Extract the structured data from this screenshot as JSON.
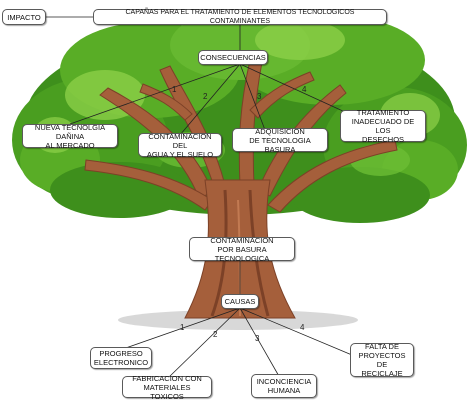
{
  "colors": {
    "foliage_dark": "#3e8f1c",
    "foliage_mid": "#59ad26",
    "foliage_light": "#8fd24a",
    "trunk": "#a55f3b",
    "trunk_dark": "#7c4127",
    "ground_shadow": "#d8d8d8",
    "node_border": "#5a5a5a",
    "connector": "#222222"
  },
  "nodes": {
    "impacto": "IMPACTO",
    "title": "CAPAÑAS PARA EL TRATAMIENTO DE ELEMENTOS TECNOLOGICOS CONTAMINANTES",
    "consecuencias": "CONSECUENCIAS",
    "nueva_tecnologia": "NUEVA TECNOLGIA DAÑINA\nAL MERCADO",
    "contaminacion_agua": "CONTAMINACION DEL\nAGUA Y EL SUELO",
    "adquisicion": "ADQUISICION\nDE TECNOLOGIA BASURA",
    "tratamiento": "TRATAMIENTO\nINADECUADO DE LOS\nDESECHOS",
    "contaminacion_basura": "CONTAMINACION\nPOR BASURA TECNOLOGICA",
    "causas": "CAUSAS",
    "progreso": "PROGRESO\nELECTRONICO",
    "fabricacion": "FABRICACION CON\nMATERIALES TOXICOS",
    "inconciencia": "INCONCIENCIA\nHUMANA",
    "falta": "FALTA DE\nPROYECTOS DE\nRECICLAJE"
  },
  "connector_labels": {
    "top": [
      "1",
      "2",
      "3",
      "4"
    ],
    "bottom": [
      "1",
      "2",
      "3",
      "4"
    ]
  }
}
